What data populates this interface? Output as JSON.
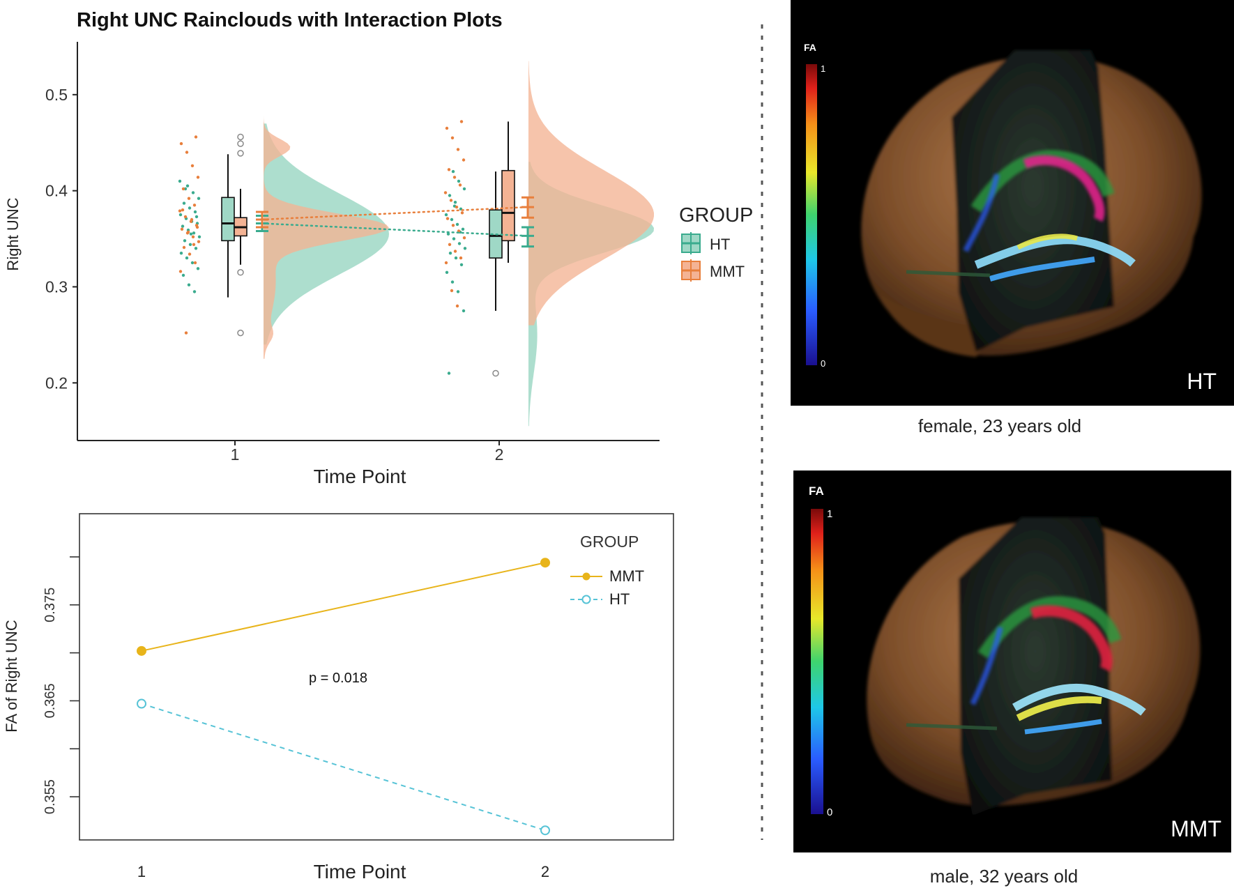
{
  "chart_data": [
    {
      "type": "raincloud",
      "title": "Right UNC Rainclouds with Interaction Plots",
      "xlabel": "Time Point",
      "ylabel": "Right UNC",
      "ylim": [
        0.14,
        0.555
      ],
      "yticks": [
        0.2,
        0.3,
        0.4,
        0.5
      ],
      "ytick_labels": [
        "0.2",
        "0.3",
        "0.4",
        "0.5"
      ],
      "xticks": [
        "1",
        "2"
      ],
      "legend": {
        "title": "GROUP",
        "position": "right",
        "entries": [
          {
            "name": "HT",
            "color": "#3aab8e",
            "fill": "#9fd8c6"
          },
          {
            "name": "MMT",
            "color": "#e87f3c",
            "fill": "#f4b394"
          }
        ]
      },
      "groups": [
        {
          "group": "HT",
          "time": 1,
          "box": {
            "q1": 0.348,
            "median": 0.366,
            "q3": 0.393,
            "whisker_low": 0.289,
            "whisker_high": 0.438
          },
          "mean": 0.366,
          "ci": [
            0.358,
            0.374
          ],
          "outliers": [],
          "points": [
            0.405,
            0.398,
            0.392,
            0.387,
            0.382,
            0.378,
            0.375,
            0.371,
            0.368,
            0.366,
            0.363,
            0.359,
            0.356,
            0.352,
            0.348,
            0.344,
            0.34,
            0.335,
            0.33,
            0.325,
            0.319,
            0.312,
            0.302,
            0.295,
            0.41,
            0.402,
            0.355,
            0.373
          ],
          "density": {
            "lo": 0.24,
            "hi": 0.47,
            "peaks": [
              {
                "mu": 0.355,
                "sd": 0.042,
                "w": 1.0
              }
            ]
          }
        },
        {
          "group": "MMT",
          "time": 1,
          "box": {
            "q1": 0.353,
            "median": 0.362,
            "q3": 0.372,
            "whisker_low": 0.323,
            "whisker_high": 0.402
          },
          "mean": 0.37,
          "ci": [
            0.362,
            0.378
          ],
          "outliers": [
            0.456,
            0.449,
            0.439,
            0.315,
            0.252
          ],
          "points": [
            0.456,
            0.449,
            0.44,
            0.426,
            0.414,
            0.402,
            0.392,
            0.385,
            0.379,
            0.373,
            0.368,
            0.364,
            0.36,
            0.356,
            0.352,
            0.347,
            0.341,
            0.334,
            0.325,
            0.316,
            0.252,
            0.37,
            0.362,
            0.38,
            0.357,
            0.344
          ],
          "density": {
            "lo": 0.225,
            "hi": 0.485,
            "peaks": [
              {
                "mu": 0.362,
                "sd": 0.014,
                "w": 1.0
              },
              {
                "mu": 0.445,
                "sd": 0.009,
                "w": 0.22
              },
              {
                "mu": 0.305,
                "sd": 0.035,
                "w": 0.1
              },
              {
                "mu": 0.25,
                "sd": 0.008,
                "w": 0.05
              }
            ]
          }
        },
        {
          "group": "HT",
          "time": 2,
          "box": {
            "q1": 0.33,
            "median": 0.353,
            "q3": 0.38,
            "whisker_low": 0.275,
            "whisker_high": 0.42
          },
          "mean": 0.353,
          "ci": [
            0.342,
            0.362
          ],
          "outliers": [
            0.21
          ],
          "points": [
            0.42,
            0.41,
            0.402,
            0.395,
            0.388,
            0.381,
            0.375,
            0.37,
            0.365,
            0.36,
            0.355,
            0.35,
            0.345,
            0.34,
            0.335,
            0.33,
            0.323,
            0.315,
            0.305,
            0.295,
            0.275,
            0.21,
            0.384,
            0.357
          ],
          "density": {
            "lo": 0.155,
            "hi": 0.43,
            "peaks": [
              {
                "mu": 0.36,
                "sd": 0.024,
                "w": 1.0
              },
              {
                "mu": 0.25,
                "sd": 0.04,
                "w": 0.07
              }
            ]
          }
        },
        {
          "group": "MMT",
          "time": 2,
          "box": {
            "q1": 0.348,
            "median": 0.377,
            "q3": 0.421,
            "whisker_low": 0.325,
            "whisker_high": 0.472
          },
          "mean": 0.383,
          "ci": [
            0.372,
            0.393
          ],
          "outliers": [],
          "points": [
            0.472,
            0.465,
            0.455,
            0.443,
            0.432,
            0.422,
            0.414,
            0.406,
            0.398,
            0.39,
            0.383,
            0.377,
            0.371,
            0.364,
            0.358,
            0.351,
            0.344,
            0.337,
            0.33,
            0.325,
            0.296,
            0.28
          ],
          "density": {
            "lo": 0.26,
            "hi": 0.535,
            "peaks": [
              {
                "mu": 0.375,
                "sd": 0.046,
                "w": 1.0
              }
            ]
          }
        }
      ]
    },
    {
      "type": "line",
      "xlabel": "Time Point",
      "ylabel": "FA of Right UNC",
      "x": [
        1,
        2
      ],
      "ylim": [
        0.3505,
        0.3845
      ],
      "yticks": [
        0.355,
        0.36,
        0.365,
        0.37,
        0.375,
        0.38
      ],
      "ytick_labels": [
        "0.355",
        "0.365",
        "0.375"
      ],
      "series": [
        {
          "name": "MMT",
          "values": [
            0.3702,
            0.3794
          ],
          "color": "#e8b41a",
          "line": "solid",
          "marker": "filled"
        },
        {
          "name": "HT",
          "values": [
            0.3647,
            0.3515
          ],
          "color": "#56c3d6",
          "line": "dashed",
          "marker": "hollow"
        }
      ],
      "legend": {
        "title": "GROUP",
        "position": "top-right"
      },
      "annotation": "p = 0.018",
      "grid": false
    }
  ],
  "brain_panels": [
    {
      "colorbar_title": "FA",
      "colorbar_max": "1",
      "colorbar_min": "0",
      "badge": "HT",
      "caption": "female, 23 years old"
    },
    {
      "colorbar_title": "FA",
      "colorbar_max": "1",
      "colorbar_min": "0",
      "badge": "MMT",
      "caption": "male, 32 years old"
    }
  ]
}
